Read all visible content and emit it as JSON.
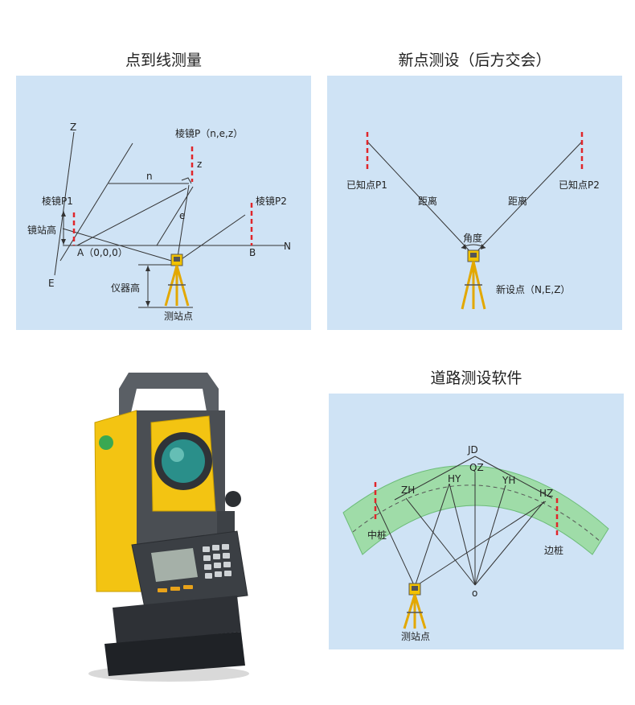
{
  "panel1": {
    "title": "点到线测量",
    "labels": {
      "z_axis": "Z",
      "e_axis": "E",
      "n_axis": "N",
      "prism_p": "棱镜P（n,e,z）",
      "z": "z",
      "n": "n",
      "e": "e",
      "prism_p1": "棱镜P1",
      "prism_p2": "棱镜P2",
      "prism_height": "镜站高",
      "point_a": "A（0,0,0）",
      "point_b": "B",
      "instrument_height": "仪器高",
      "station": "测站点"
    }
  },
  "panel2": {
    "title": "新点测设（后方交会）",
    "labels": {
      "known_p1": "已知点P1",
      "known_p2": "已知点P2",
      "distance_left": "距离",
      "distance_right": "距离",
      "angle": "角度",
      "new_point": "新设点（N,E,Z）"
    }
  },
  "panel3": {
    "title": "道路测设软件",
    "labels": {
      "jd": "JD",
      "zh": "ZH",
      "hy": "HY",
      "qz": "QZ",
      "yh": "YH",
      "hz": "HZ",
      "center_stake": "中桩",
      "side_stake": "边桩",
      "o": "o",
      "station": "测站点"
    }
  },
  "colors": {
    "panel_bg": "#cfe3f5",
    "road_green": "#9fdca8",
    "prism_red": "#e0262b",
    "tripod_yellow": "#f2c200",
    "device_yellow": "#f3c412",
    "device_gray": "#4a4e53"
  }
}
